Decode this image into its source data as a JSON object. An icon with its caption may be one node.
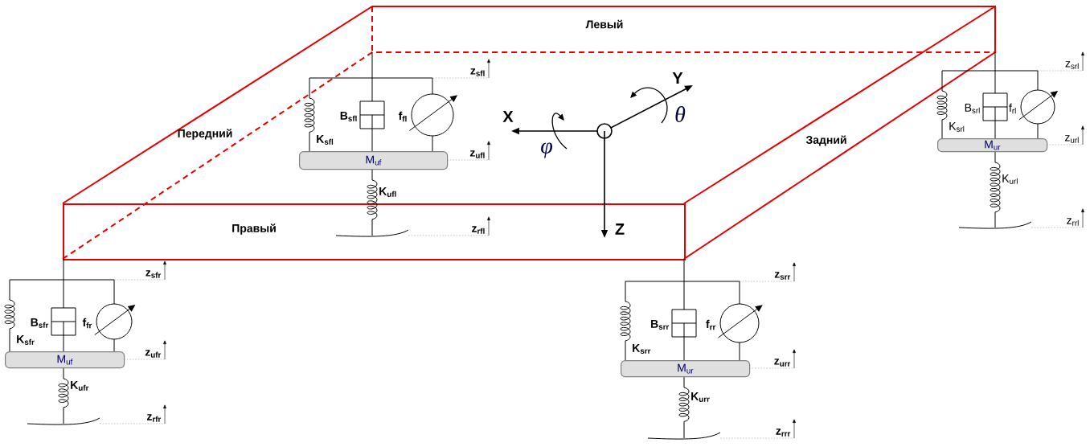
{
  "diagram": {
    "nodes": [
      {
        "text": [
          "M$_{uf}$"
        ]
      },
      {
        "text": [
          "M$_{ur}$"
        ]
      },
      {
        "text": [
          "Правый"
        ]
      },
      {
        "text": [
          "M$_{uf}$"
        ]
      },
      {
        "text": [
          "M$_{ur}$"
        ]
      }
    ],
    "labels": [
      "Левый",
      "z$_{sfl}$",
      "B$_{sfl}$",
      "f$_{fl}$",
      "K$_{sfl}$",
      "z$_{ufl}$",
      "K$_{ufl}$",
      "z$_{rfl}$",
      "z$_{srl}$",
      "B$_{srl}$",
      "f$_{rl}$",
      "K$_{srl}$",
      "z$_{url}$",
      "K$_{url}$",
      "z$_{rrl}$",
      "Передний",
      "Задний",
      "X",
      "Y",
      "θ",
      "φ",
      "Z",
      "z$_{sfr}$",
      "B$_{sfr}$",
      "f$_{fr}$",
      "K$_{sfr}$",
      "z$_{ufr}$",
      "K$_{ufr}$",
      "z$_{rfr}$",
      "z$_{srr}$",
      "B$_{srr}$",
      "f$_{rr}$",
      "K$_{srr}$",
      "z$_{urr}$",
      "K$_{urr}$",
      "z$_{rrr}$"
    ]
  }
}
